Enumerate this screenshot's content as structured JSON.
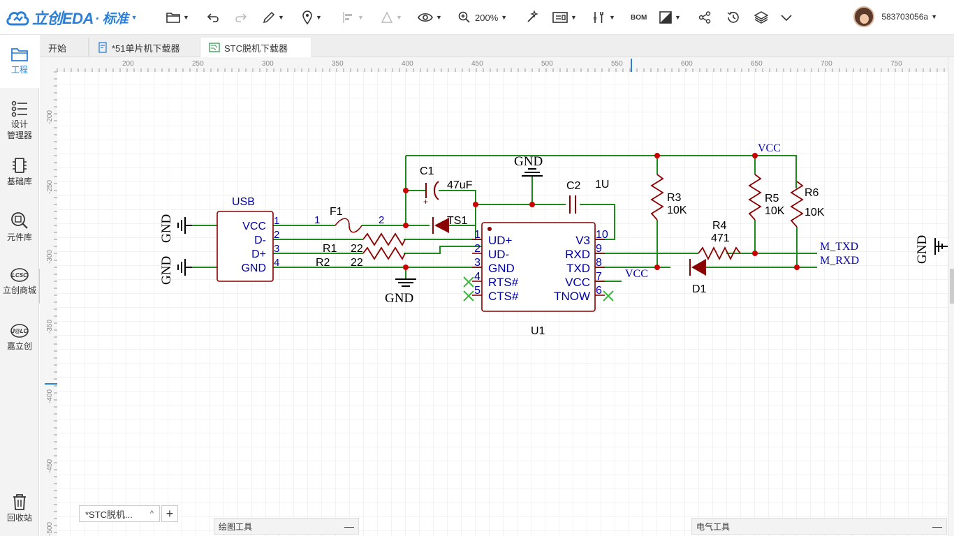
{
  "app": {
    "logo_text": "立创EDA",
    "edition": "· 标准",
    "user_name": "583703056a",
    "zoom": "200%",
    "bom_label": "BOM"
  },
  "sidebar": {
    "items": [
      {
        "label": "工程",
        "active": true
      },
      {
        "label": "设计\n管理器"
      },
      {
        "label": "基础库"
      },
      {
        "label": "元件库"
      },
      {
        "label": "立创商城"
      },
      {
        "label": "嘉立创"
      },
      {
        "label": "回收站"
      }
    ]
  },
  "tabs": [
    {
      "label": "开始"
    },
    {
      "label": "*51单片机下载器"
    },
    {
      "label": "STC脱机下载器"
    }
  ],
  "ruler": {
    "top": [
      "200",
      "250",
      "300",
      "350",
      "400",
      "450",
      "500",
      "550",
      "600",
      "650",
      "700",
      "750"
    ],
    "left": [
      "-200",
      "-250",
      "-300",
      "-350",
      "-400",
      "-450",
      "-500"
    ]
  },
  "schematic": {
    "usb": {
      "ref": "USB",
      "pins": [
        "VCC",
        "D-",
        "D+",
        "GND"
      ],
      "nums": [
        "1",
        "2",
        "3",
        "4"
      ]
    },
    "u1": {
      "ref": "U1",
      "left_pins": [
        "UD+",
        "UD-",
        "GND",
        "RTS#",
        "CTS#"
      ],
      "left_nums": [
        "1",
        "2",
        "3",
        "4",
        "5"
      ],
      "right_pins": [
        "V3",
        "RXD",
        "TXD",
        "VCC",
        "TNOW"
      ],
      "right_nums": [
        "10",
        "9",
        "8",
        "7",
        "6"
      ]
    },
    "f1": {
      "ref": "F1",
      "pin1": "1",
      "pin2": "2"
    },
    "c1": {
      "ref": "C1",
      "value": "47uF"
    },
    "c2": {
      "ref": "C2",
      "value": "1U"
    },
    "ts1": {
      "ref": "TS1"
    },
    "r1": {
      "ref": "R1",
      "value": "22"
    },
    "r2": {
      "ref": "R2",
      "value": "22"
    },
    "r3": {
      "ref": "R3",
      "value": "10K"
    },
    "r4": {
      "ref": "R4",
      "value": "471"
    },
    "r5": {
      "ref": "R5",
      "value": "10K"
    },
    "r6": {
      "ref": "R6",
      "value": "10K"
    },
    "d1": {
      "ref": "D1"
    },
    "gnd": "GND",
    "vcc": "VCC",
    "net_txd": "M_TXD",
    "net_rxd": "M_RXD"
  },
  "bottom": {
    "sheet_tab": "*STC脱机...",
    "sheet_caret": "^",
    "add": "+",
    "draw_tools": "绘图工具",
    "elec_tools": "电气工具",
    "minus": "—"
  },
  "colors": {
    "accent": "#2a7fd8",
    "wire": "#1e8a1e",
    "part": "#8b0000",
    "pin_text": "#0000aa"
  }
}
